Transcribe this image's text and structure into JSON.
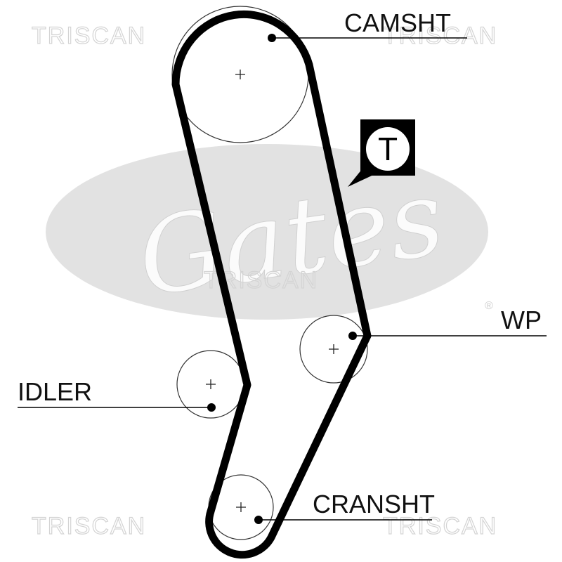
{
  "watermarks": {
    "brand": "TRISCAN",
    "logo": "Gates",
    "registered": "®"
  },
  "labels": {
    "camshaft": "CAMSHT",
    "water_pump": "WP",
    "idler": "IDLER",
    "crankshaft": "CRANSHT",
    "tensioner": "T"
  },
  "colors": {
    "belt": "#000000",
    "logo": "#e0e0e0",
    "watermark": "#d4d4d4"
  }
}
